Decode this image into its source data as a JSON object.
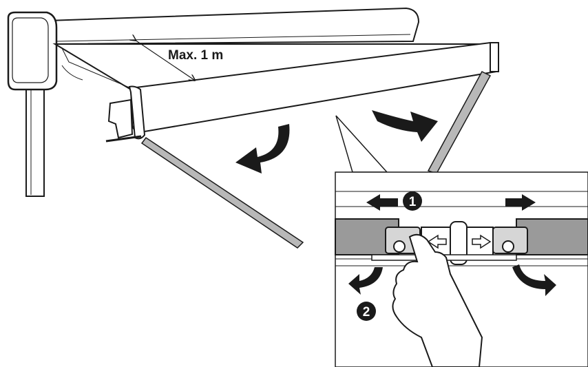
{
  "diagram": {
    "dimension_label": "Max. 1 m",
    "steps": [
      {
        "number": "1"
      },
      {
        "number": "2"
      }
    ]
  },
  "colors": {
    "line": "#1a1a1a",
    "bar": "#9a9a9a",
    "arrow": "#1a1a1a",
    "background": "#ffffff"
  }
}
